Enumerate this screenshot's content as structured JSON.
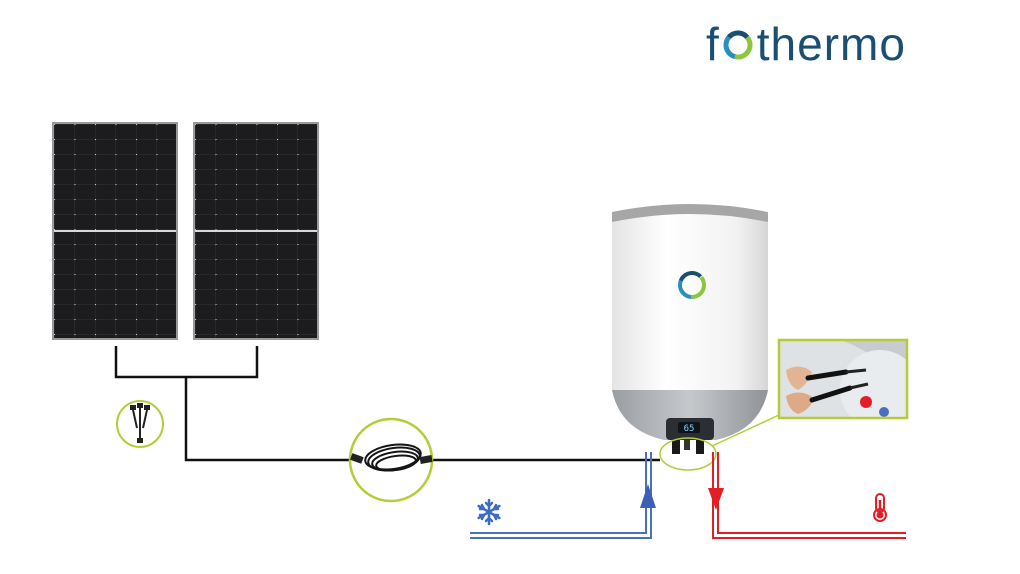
{
  "brand": {
    "prefix": "f",
    "suffix": "thermo",
    "ring_colors": [
      "#8cc63f",
      "#2a8fbd",
      "#1b4e73"
    ]
  },
  "heater": {
    "display_reading": "65",
    "body_color": "#f4f4f4",
    "base_color": "#a9adb0"
  },
  "pipes": {
    "cold_color": "#4a6fc1",
    "hot_color": "#e31e24",
    "cable_color": "#111111"
  },
  "icons": {
    "cold": "snowflake-icon",
    "hot": "thermometer-icon",
    "y_connector": "y-connector-icon",
    "cable_coil": "cable-coil-icon"
  },
  "accent": "#b5cc3a"
}
